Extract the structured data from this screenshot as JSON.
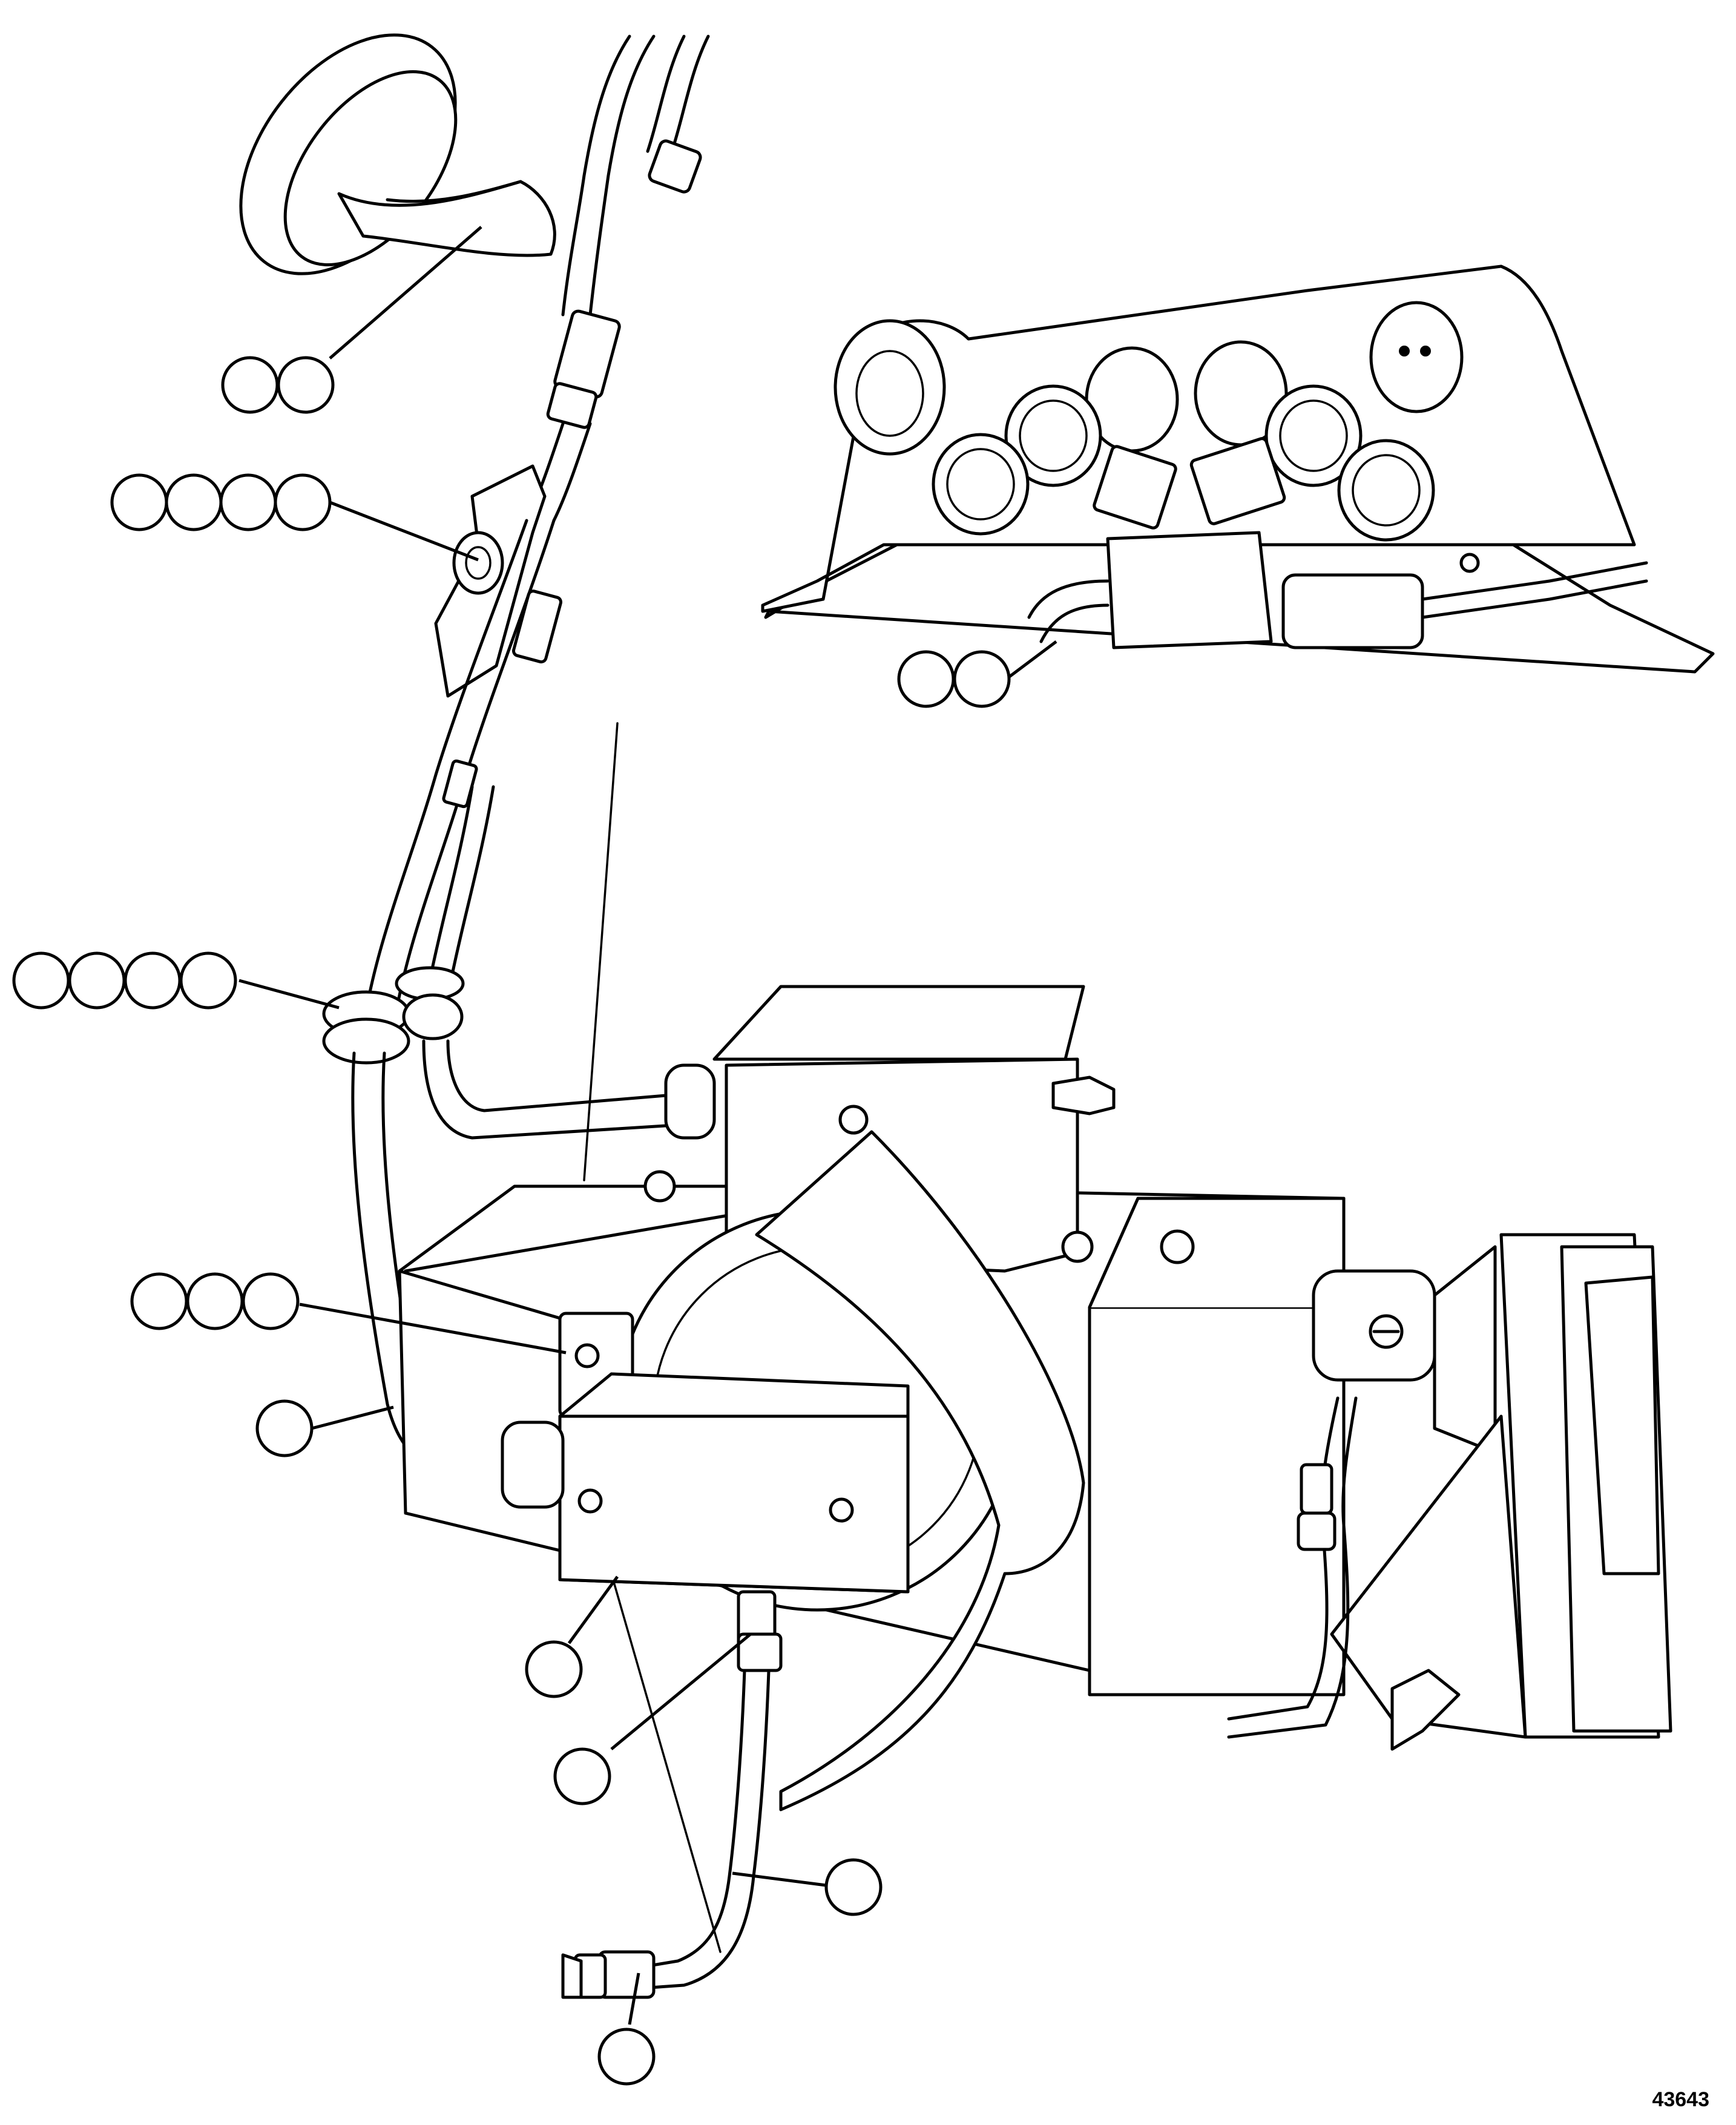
{
  "figure_number": "43643",
  "callout_groups": [
    {
      "id": "top-hood",
      "bubbles": 2
    },
    {
      "id": "upper-bracket",
      "bubbles": 4
    },
    {
      "id": "inset-harness",
      "bubbles": 2
    },
    {
      "id": "hose-clamp",
      "bubbles": 4
    },
    {
      "id": "mount-bolt",
      "bubbles": 3
    },
    {
      "id": "left-hose",
      "bubbles": 1
    },
    {
      "id": "cover-plate",
      "bubbles": 1
    },
    {
      "id": "lower-fitting",
      "bubbles": 1
    },
    {
      "id": "drain-line",
      "bubbles": 1
    },
    {
      "id": "end-fitting",
      "bubbles": 1
    }
  ],
  "colors": {
    "line": "#000000",
    "background": "#ffffff"
  }
}
